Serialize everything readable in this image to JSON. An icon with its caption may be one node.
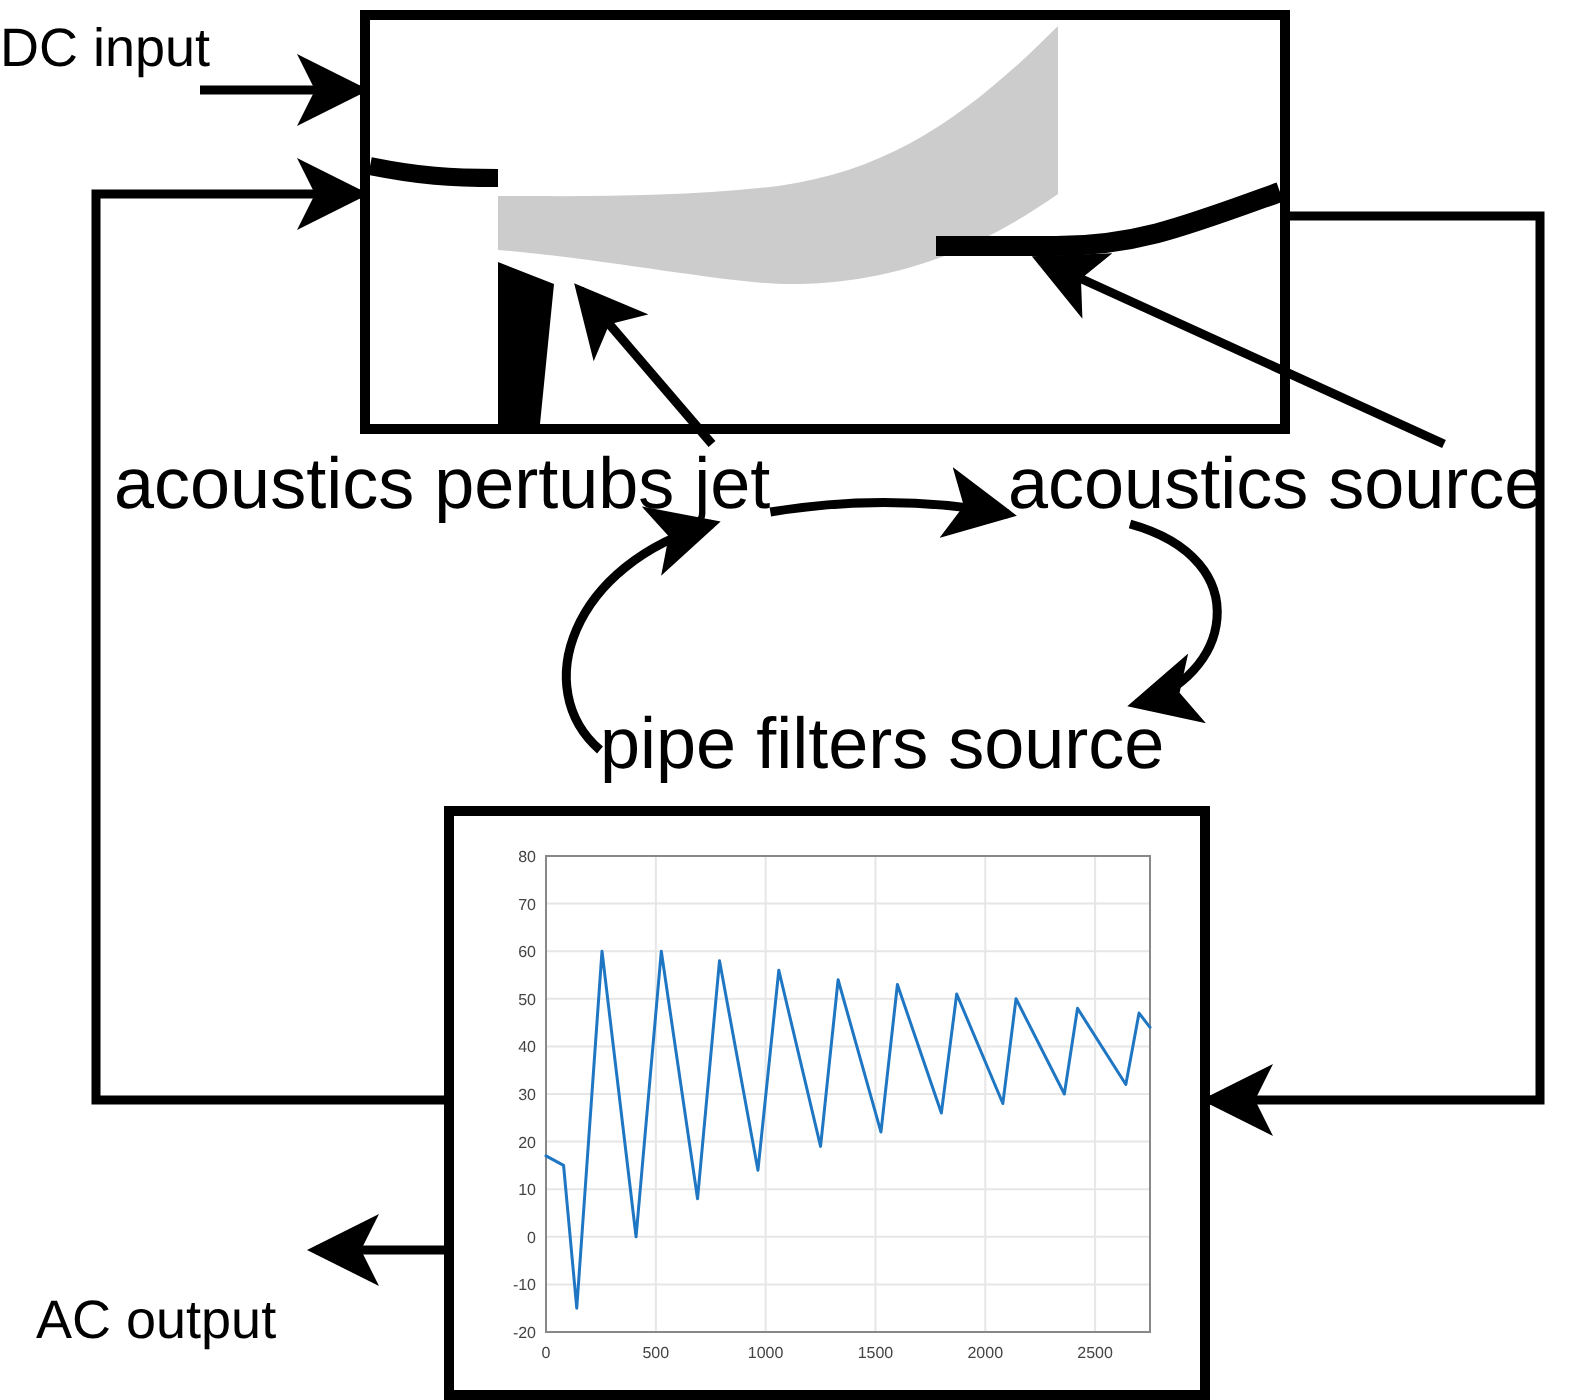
{
  "diagram": {
    "nodes": [
      {
        "text": [],
        "shape": "box"
      },
      {
        "text": [],
        "shape": "picture",
        "in": 0
      },
      {
        "text": [],
        "shape": "picture",
        "in": 0
      },
      {
        "text": [
          "DC input"
        ]
      },
      {
        "text": [
          "acoustics pertubs jet"
        ]
      },
      {
        "text": [
          "acoustics source"
        ]
      },
      {
        "text": [
          "pipe filters source"
        ]
      },
      {
        "text": [],
        "shape": "box"
      },
      {
        "text": [
          "AC output"
        ]
      }
    ],
    "edges": [
      {
        "from": 3,
        "to": 0,
        "arrow": "to"
      },
      {
        "from": 7,
        "to": 0,
        "arrow": "to"
      },
      {
        "from": 0,
        "to": 7,
        "arrow": "to"
      },
      {
        "from": 4,
        "to": 1,
        "arrow": "to"
      },
      {
        "from": 5,
        "to": 2,
        "arrow": "to"
      },
      {
        "from": 4,
        "to": 5,
        "arrow": "to"
      },
      {
        "from": 5,
        "to": 6,
        "arrow": "to"
      },
      {
        "from": 6,
        "to": 4,
        "arrow": "to"
      },
      {
        "from": 7,
        "to": 8,
        "arrow": "to"
      }
    ],
    "chart_data": {
      "type": "line",
      "x": [
        0,
        80,
        140,
        255,
        410,
        525,
        690,
        790,
        965,
        1060,
        1250,
        1330,
        1525,
        1600,
        1800,
        1870,
        2080,
        2140,
        2360,
        2420,
        2640,
        2700,
        2750
      ],
      "series": [
        {
          "color": "#1f77c4",
          "values": [
            17,
            15,
            -15,
            60,
            0,
            60,
            8,
            58,
            14,
            56,
            19,
            54,
            22,
            53,
            26,
            51,
            28,
            50,
            30,
            48,
            32,
            47,
            44
          ]
        }
      ],
      "xlim": [
        0,
        2750
      ],
      "ylim": [
        -20,
        80
      ],
      "xticks": [
        0,
        500,
        1000,
        1500,
        2000,
        2500
      ],
      "yticks": [
        -20,
        -10,
        0,
        10,
        20,
        30,
        40,
        50,
        60,
        70,
        80
      ],
      "grid": true
    }
  }
}
